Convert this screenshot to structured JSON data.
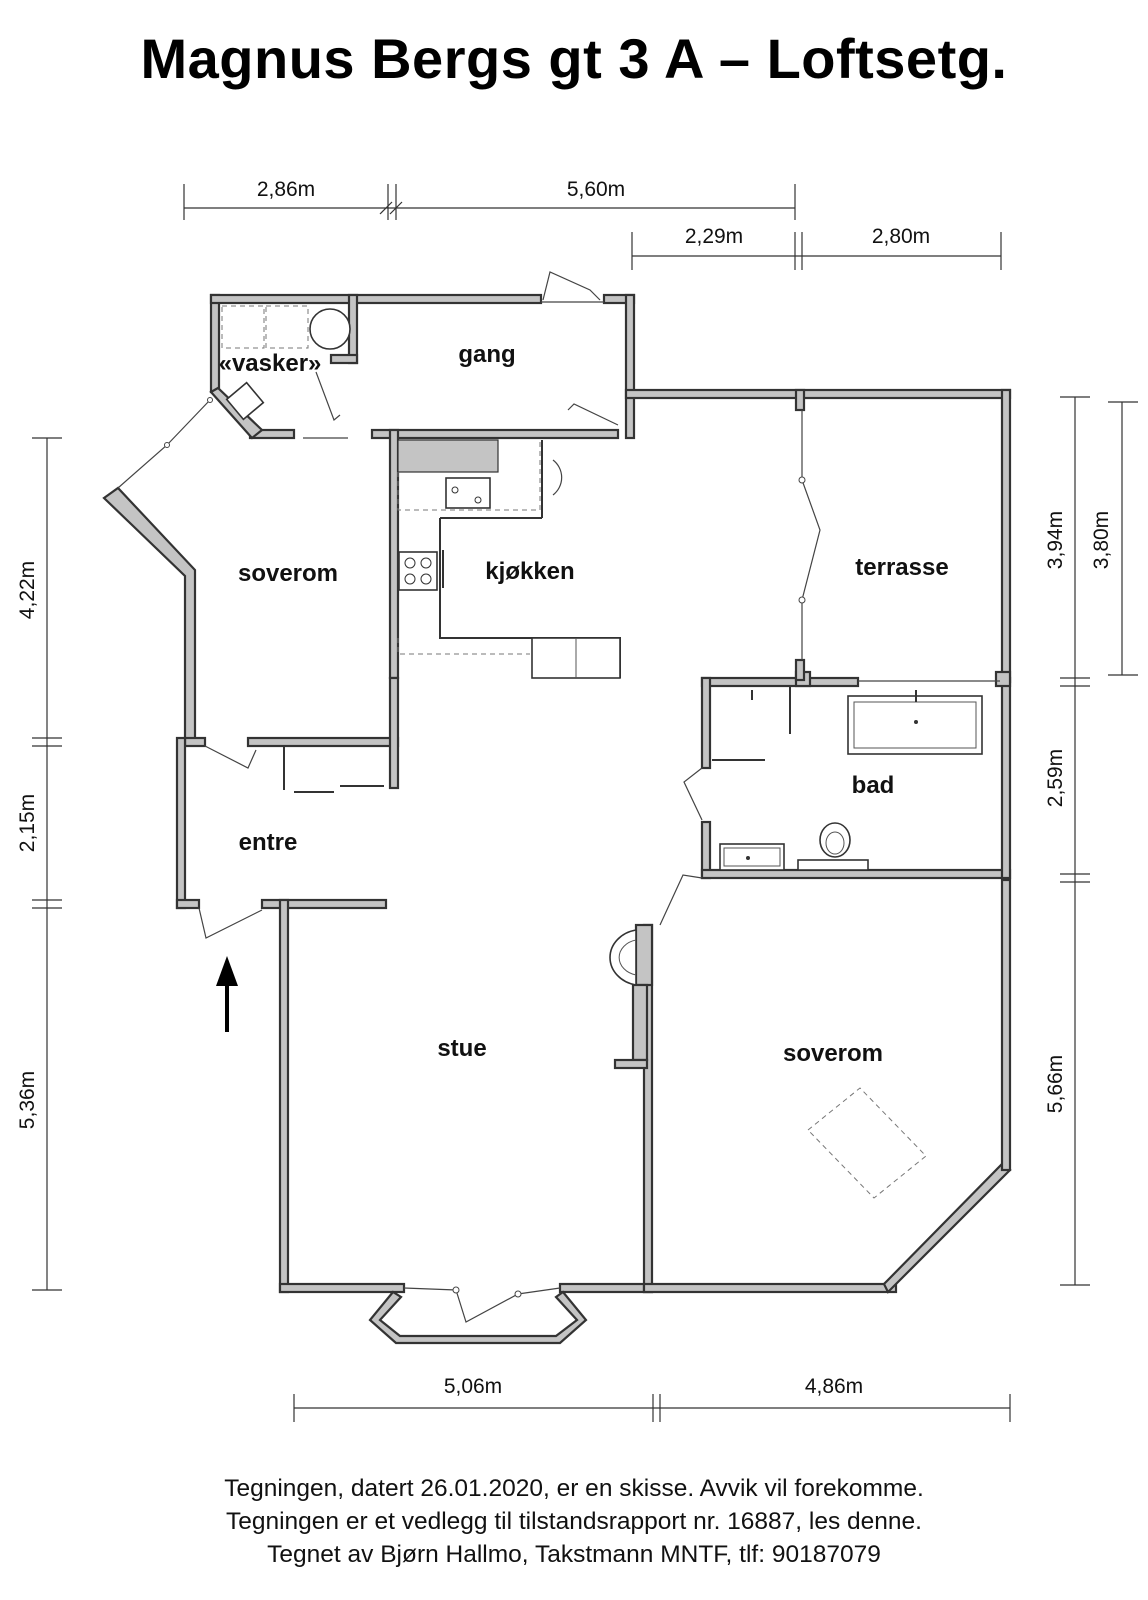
{
  "title": "Magnus Bergs gt 3 A – Loftsetg.",
  "rooms": {
    "vasker": "«vasker»",
    "gang": "gang",
    "soverom_left": "soverom",
    "kjokken": "kjøkken",
    "terrasse": "terrasse",
    "bad": "bad",
    "entre": "entre",
    "stue": "stue",
    "soverom_right": "soverom"
  },
  "dimensions": {
    "top_1": "2,86m",
    "top_2": "5,60m",
    "top_3": "2,29m",
    "top_4": "2,80m",
    "left_1": "4,22m",
    "left_2": "2,15m",
    "left_3": "5,36m",
    "right_1": "3,94m",
    "right_2": "3,80m",
    "right_3": "2,59m",
    "right_4": "5,66m",
    "bottom_1": "5,06m",
    "bottom_2": "4,86m"
  },
  "footer": {
    "line1": "Tegningen, datert 26.01.2020, er en skisse. Avvik vil forekomme.",
    "line2": "Tegningen er et vedlegg til tilstandsrapport nr. 16887, les denne.",
    "line3": "Tegnet av Bjørn Hallmo, Takstmann MNTF, tlf: 90187079"
  },
  "colors": {
    "wall_fill": "#c4c4c4",
    "wall_stroke": "#333333"
  },
  "icons": [
    "entrance-arrow-icon"
  ]
}
